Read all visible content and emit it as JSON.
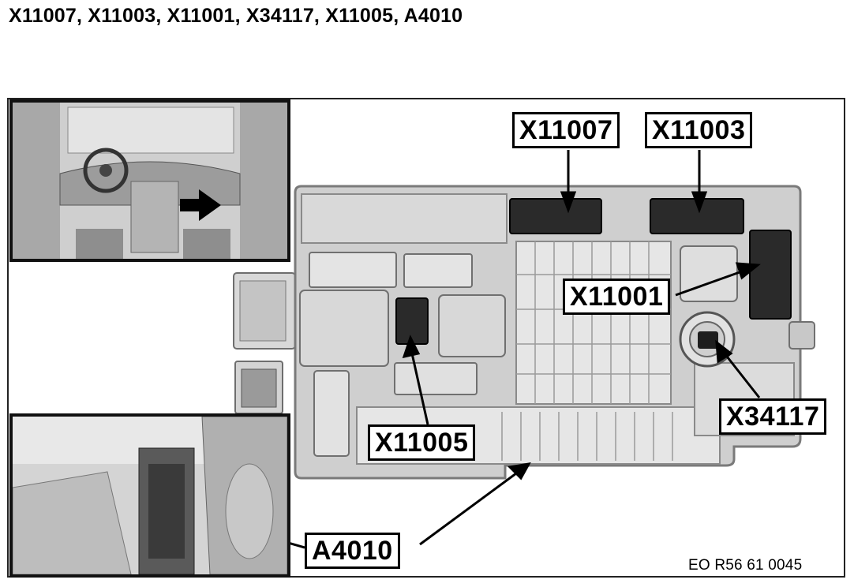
{
  "heading": "X11007, X11003, X11001, X34117, X11005, A4010",
  "callouts": {
    "x11007": "X11007",
    "x11003": "X11003",
    "x11001": "X11001",
    "x34117": "X34117",
    "x11005": "X11005",
    "a4010": "A4010"
  },
  "reference_code": "EO R56 61 0045",
  "colors": {
    "module_fill": "#cfcfcf",
    "module_outline": "#7a7a7a",
    "connector_dark": "#2a2a2a",
    "leader_line": "#000000"
  }
}
